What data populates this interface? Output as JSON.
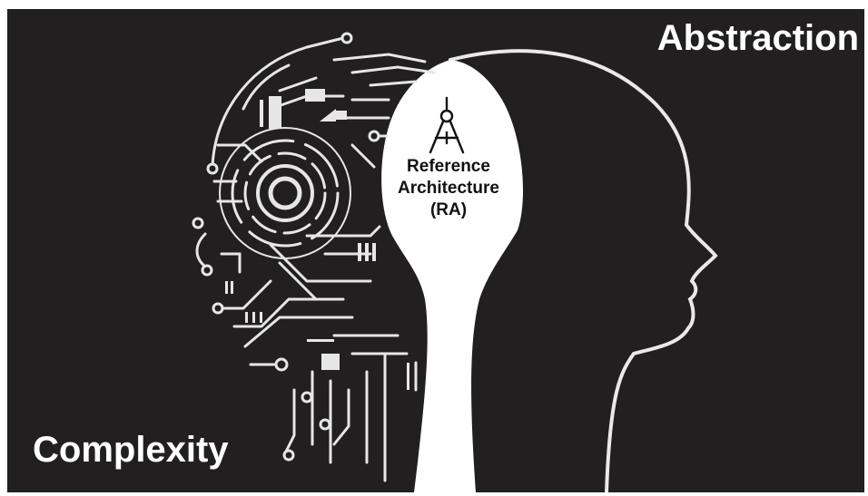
{
  "labels": {
    "abstraction": "Abstraction",
    "complexity": "Complexity",
    "reference_architecture": [
      "Reference",
      "Architecture",
      "(RA)"
    ]
  },
  "icons": {
    "compass": "drafting-compass-icon"
  },
  "colors": {
    "background": "#211f20",
    "foreground": "#ffffff",
    "label_dark": "#111111"
  }
}
